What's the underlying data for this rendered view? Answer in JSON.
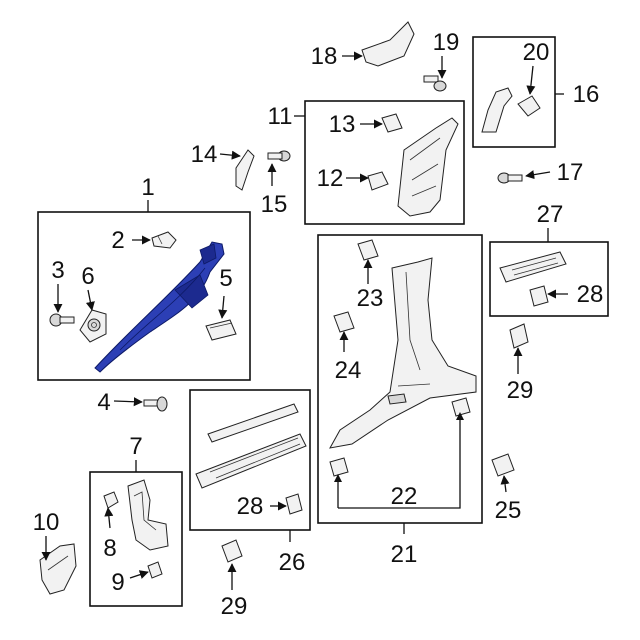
{
  "callouts": {
    "c1": "1",
    "c2": "2",
    "c3": "3",
    "c4": "4",
    "c5": "5",
    "c6": "6",
    "c7": "7",
    "c8": "8",
    "c9": "9",
    "c10": "10",
    "c11": "11",
    "c12": "12",
    "c13": "13",
    "c14": "14",
    "c15": "15",
    "c16": "16",
    "c17": "17",
    "c18": "18",
    "c19": "19",
    "c20": "20",
    "c21": "21",
    "c22": "22",
    "c23": "23",
    "c24": "24",
    "c25": "25",
    "c26": "26",
    "c27": "27",
    "c28a": "28",
    "c28b": "28",
    "c29a": "29",
    "c29b": "29"
  },
  "colors": {
    "highlighted_part": "#2c3fb5",
    "line": "#111111",
    "part_fill": "#f2f2f2"
  }
}
